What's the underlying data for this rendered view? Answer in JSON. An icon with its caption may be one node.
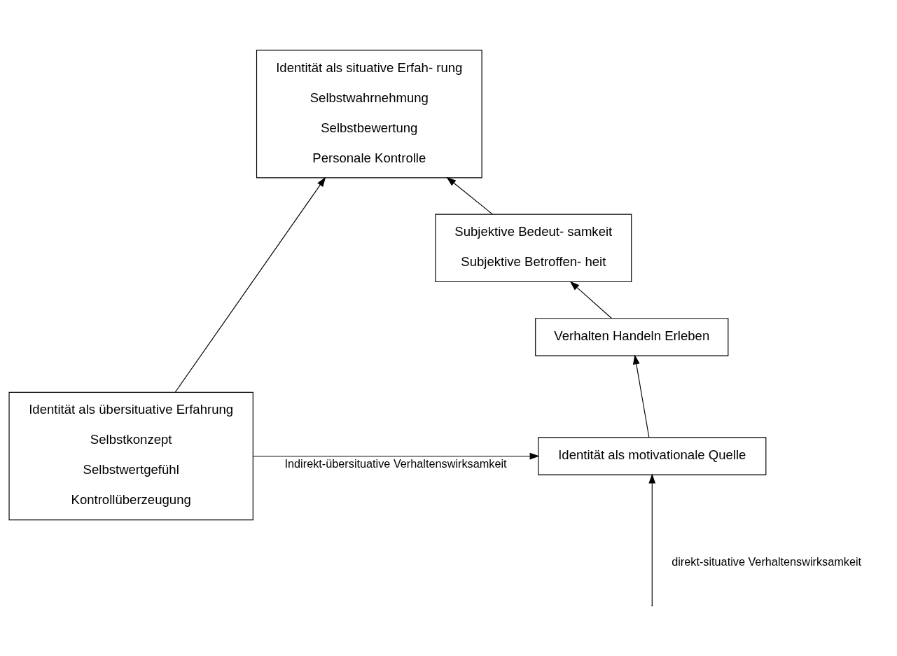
{
  "diagram": {
    "nodes": [
      {
        "text": [
          "Identität als situative Erfah- rung",
          "Selbstwahrnehmung",
          "Selbstbewertung",
          "Personale Kontrolle"
        ]
      },
      {
        "text": [
          "Subjektive Bedeut- samkeit",
          "Subjektive Betroffen- heit"
        ]
      },
      {
        "text": [
          "Verhalten Handeln Erleben"
        ]
      },
      {
        "text": [
          "Identität als motivationale Quelle"
        ]
      },
      {
        "text": [
          "Identität als übersituative Erfahrung",
          "Selbstkonzept",
          "Selbstwertgefühl",
          "Kontrollüberzeugung"
        ]
      }
    ],
    "edges": [
      {
        "from": 3,
        "to": 2,
        "arrow": "to"
      },
      {
        "from": 2,
        "to": 1,
        "arrow": "to"
      },
      {
        "from": 1,
        "to": 0,
        "arrow": "to"
      },
      {
        "from": 4,
        "to": 0,
        "arrow": "to"
      },
      {
        "from": null,
        "to": 3,
        "arrow": "to",
        "label": "direkt-situative Verhaltenswirksamkeit"
      },
      {
        "from": 4,
        "to": 3,
        "arrow": "to",
        "label": "Indirekt-übersituative Verhaltenswirksamkeit"
      }
    ]
  }
}
